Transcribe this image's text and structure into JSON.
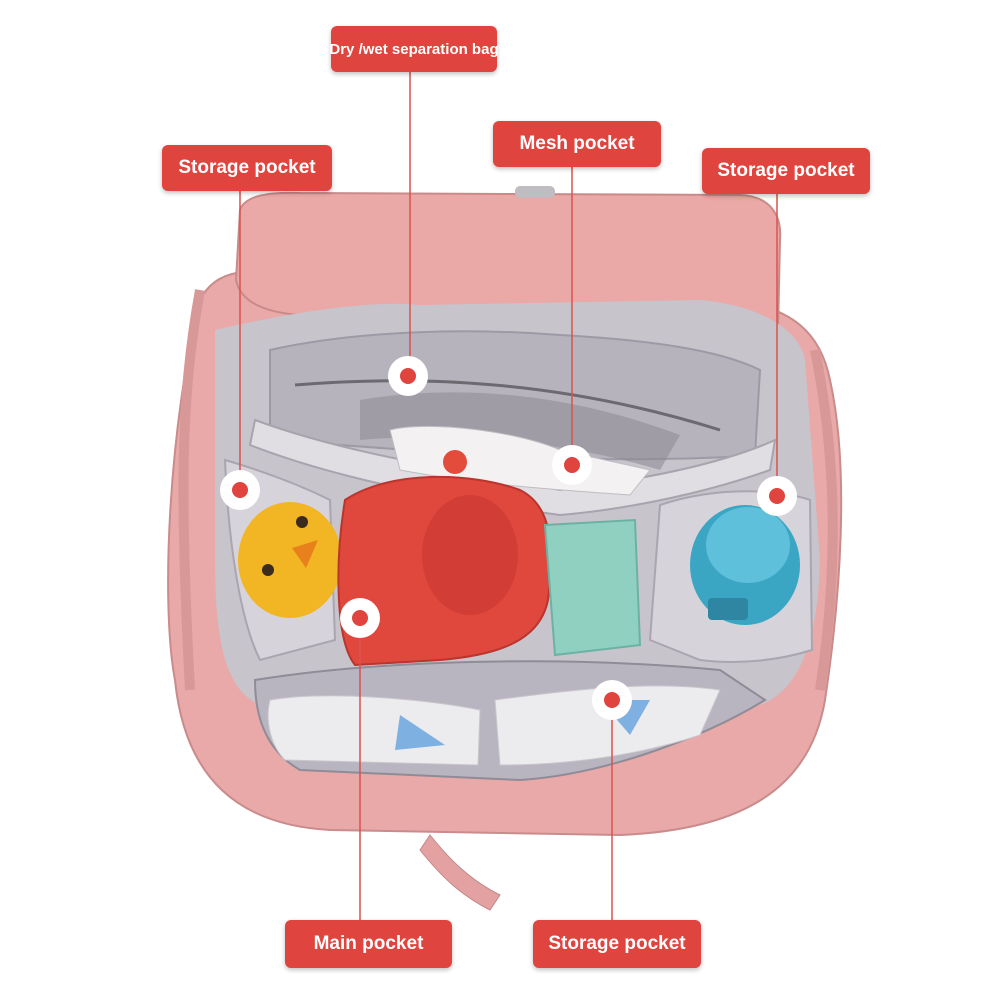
{
  "labels": {
    "dry_wet": "Dry /wet separation bag",
    "mesh": "Mesh pocket",
    "storage_left": "Storage pocket",
    "storage_right": "Storage pocket",
    "main": "Main pocket",
    "storage_bottom": "Storage pocket"
  },
  "colors": {
    "label_bg": "#e0443f",
    "label_text": "#ffffff",
    "bag_pink": "#e8a5a5",
    "lining_gray": "#c4c1c8",
    "leader_line": "#d9534f"
  },
  "icons": [
    "rubber-duck",
    "red-food-container",
    "blue-bottle-cap",
    "diapers",
    "wipes-pack"
  ]
}
